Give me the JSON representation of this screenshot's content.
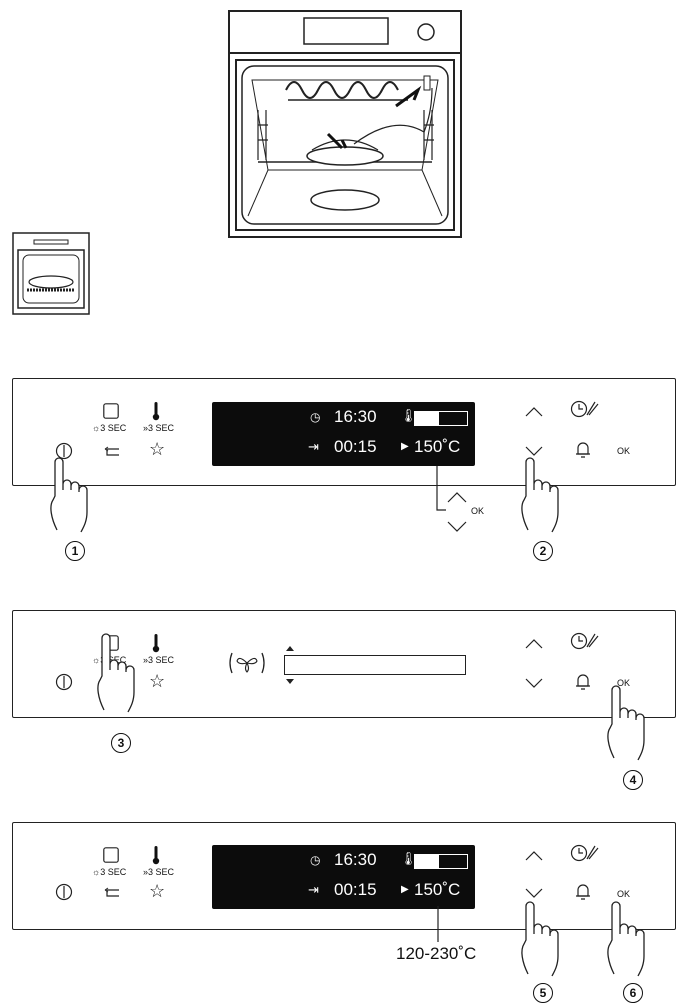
{
  "panel1": {
    "sec_label_a": "3 SEC",
    "sec_label_b": "3 SEC",
    "time": "16:30",
    "duration": "00:15",
    "temperature": "150˚C",
    "ok_label": "OK",
    "callout_ok_label": "OK",
    "step_left": "1",
    "step_right": "2"
  },
  "panel2": {
    "sec_label_a": "3 SEC",
    "sec_label_b": "3 SEC",
    "ok_label": "OK",
    "step_left": "3",
    "step_right": "4"
  },
  "panel3": {
    "sec_label_a": "3 SEC",
    "sec_label_b": "3 SEC",
    "time": "16:30",
    "duration": "00:15",
    "temperature": "150˚C",
    "ok_label": "OK",
    "range_label": "120-230˚C",
    "step_mid": "5",
    "step_right": "6"
  },
  "icons": [
    "power-icon",
    "light-icon",
    "back-icon",
    "thermometer-icon",
    "fast-heat-icon",
    "favourite-icon",
    "up-arrow-icon",
    "down-arrow-icon",
    "timer-icon",
    "bell-icon",
    "clock-icon",
    "end-time-icon",
    "play-icon",
    "fan-icon",
    "hand-icon"
  ]
}
